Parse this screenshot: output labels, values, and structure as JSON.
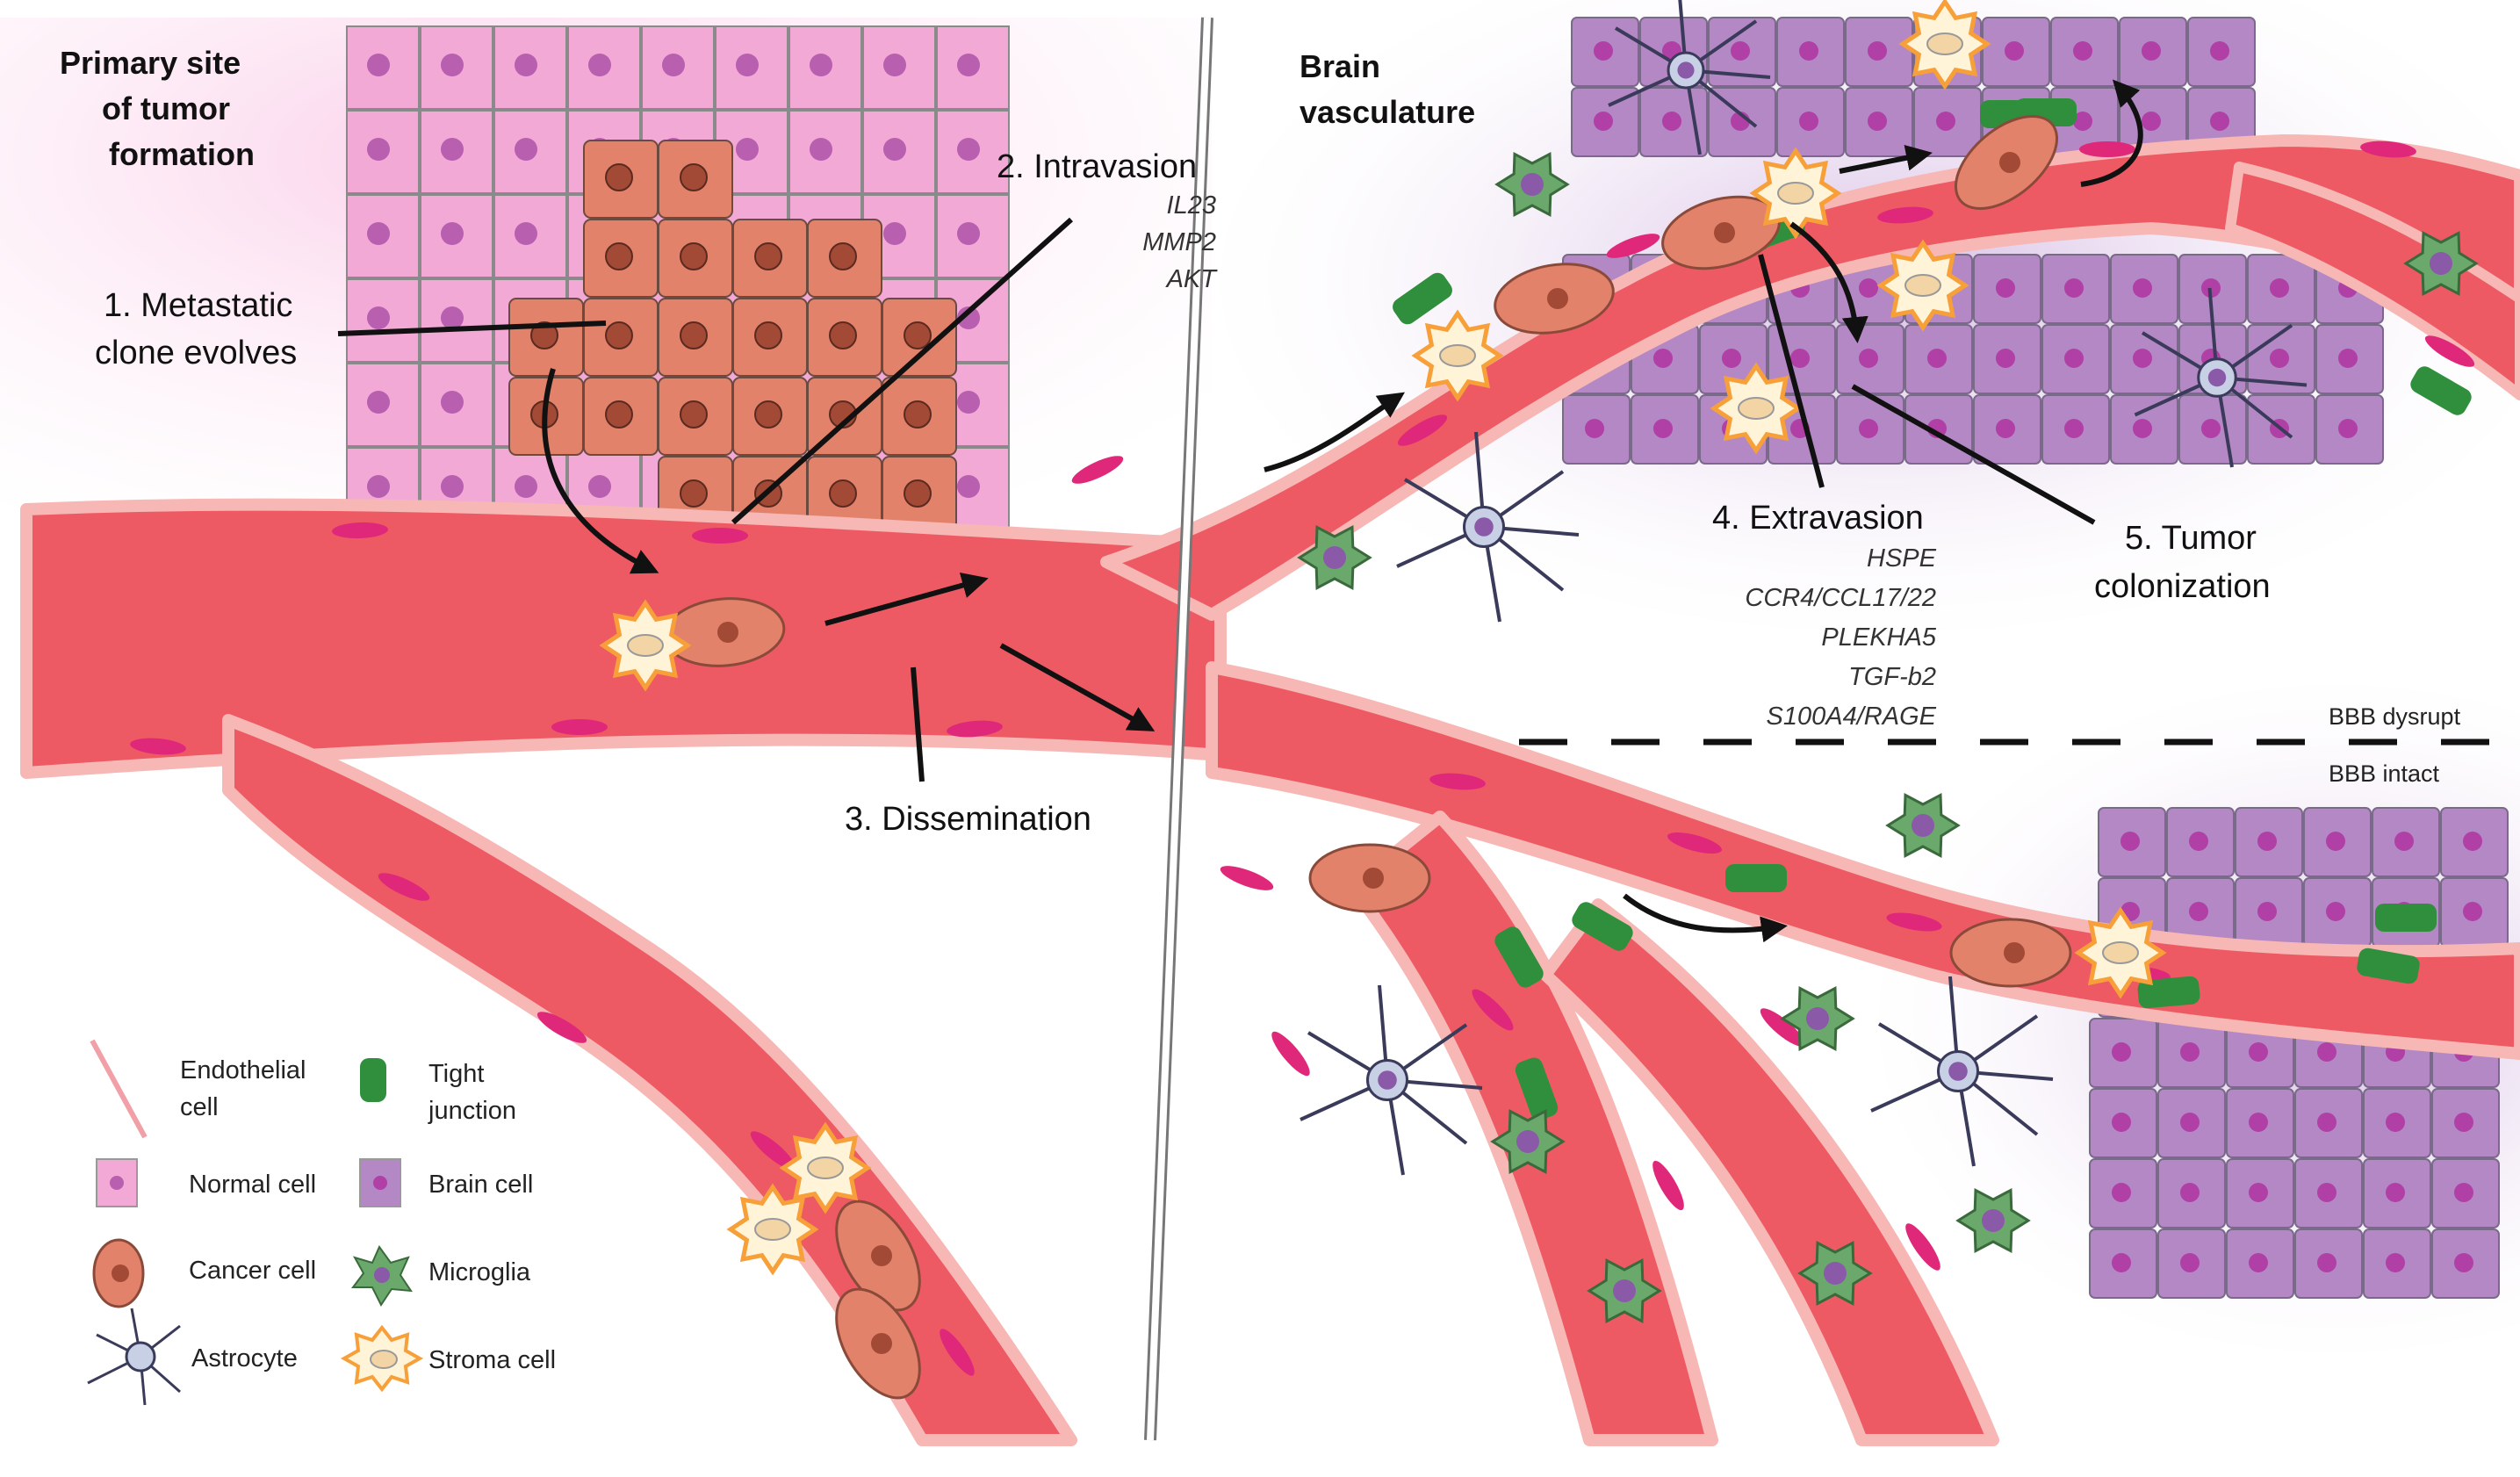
{
  "panels": {
    "primary_site": {
      "title_lines": [
        "Primary site",
        "of tumor",
        "formation"
      ]
    },
    "brain": {
      "title_lines": [
        "Brain",
        "vasculature"
      ]
    }
  },
  "steps": {
    "step1": {
      "lines": [
        "1. Metastatic",
        "clone evolves"
      ]
    },
    "step2": {
      "title": "2. Intravasion",
      "genes": [
        "IL23",
        "MMP2",
        "AKT"
      ]
    },
    "step3": {
      "title": "3. Dissemination"
    },
    "step4": {
      "title": "4. Extravasion",
      "genes": [
        "HSPE",
        "CCR4/CCL17/22",
        "PLEKHA5",
        "TGF-b2",
        "S100A4/RAGE"
      ]
    },
    "step5": {
      "lines": [
        "5. Tumor",
        "colonization"
      ]
    }
  },
  "bbb": {
    "dysrupt": "BBB dysrupt",
    "intact": "BBB intact"
  },
  "legend": {
    "endothelial": [
      "Endothelial",
      "cell"
    ],
    "tight_junction": [
      "Tight",
      "junction"
    ],
    "normal_cell": "Normal cell",
    "brain_cell": "Brain cell",
    "cancer_cell": "Cancer cell",
    "microglia": "Microglia",
    "astrocyte": "Astrocyte",
    "stroma_cell": "Stroma cell"
  },
  "colors": {
    "vessel": "#ee5a63",
    "vessel_wall": "#f6b7b5",
    "normal_cell": "#f2a9d6",
    "normal_nucleus": "#b85fb0",
    "brain_cell": "#b488c4",
    "brain_nucleus": "#b03fa6",
    "cancer_cell": "#e2826a",
    "cancer_nucleus": "#a24a35",
    "tight_junction": "#2f8f3c",
    "microglia": "#6aa86c",
    "astrocyte": "#c8d0e6",
    "stroma": "#f7a03a",
    "endothelial_nucleus": "#e0287a"
  }
}
